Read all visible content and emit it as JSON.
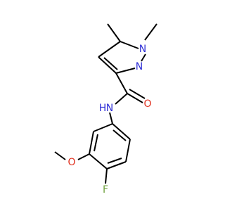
{
  "colors": {
    "background": "#ffffff",
    "bond": "#000000",
    "nitrogen": "#2f2fd6",
    "oxygen": "#e0301e",
    "fluorine": "#6fa23e"
  },
  "atoms": {
    "n1": "N",
    "n2": "N",
    "nh": "N",
    "h": "H",
    "o_carbonyl": "O",
    "o_methoxy": "O",
    "f": "F"
  }
}
